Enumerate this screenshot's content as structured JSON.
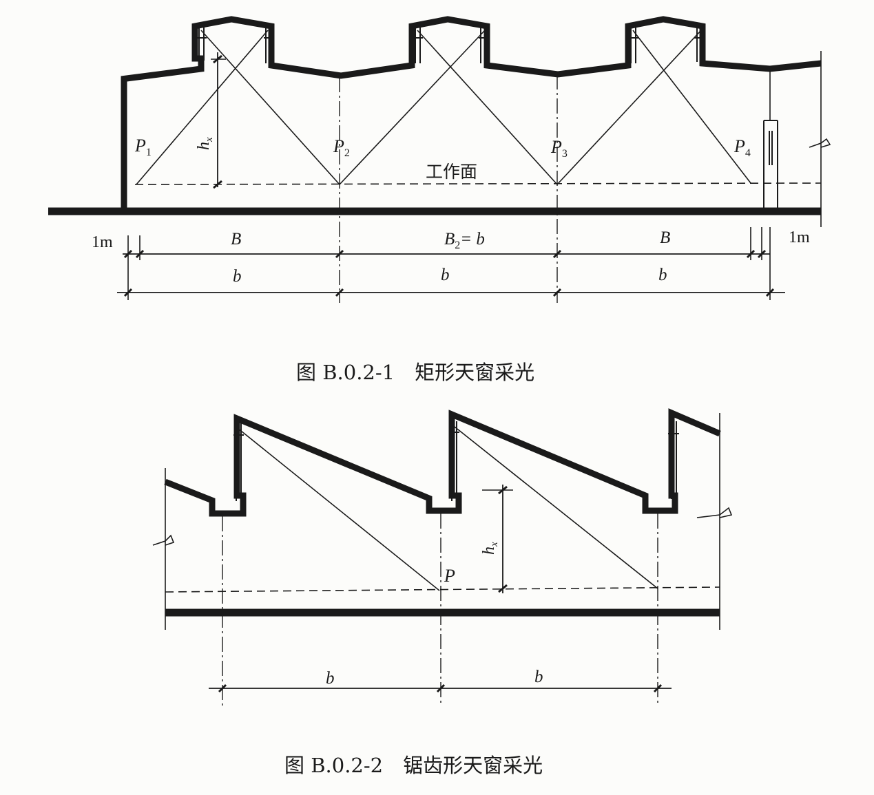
{
  "figure1": {
    "caption": "图 B.0.2-1　矩形天窗采光",
    "points": [
      "P",
      "P",
      "P",
      "P"
    ],
    "point_subs": [
      "1",
      "2",
      "3",
      "4"
    ],
    "height_label": "h",
    "height_sub": "x",
    "work_plane": "工作面",
    "dim_1m_left": "1m",
    "dim_1m_right": "1m",
    "dim_top": [
      "B",
      "B",
      "= b",
      "B"
    ],
    "dim_top_sub": [
      "",
      "2",
      "",
      ""
    ],
    "dim_bottom": [
      "b",
      "b",
      "b"
    ]
  },
  "figure2": {
    "caption": "图 B.0.2-2　锯齿形天窗采光",
    "point": "P",
    "height_label": "h",
    "height_sub": "x",
    "dim_bottom": [
      "b",
      "b"
    ]
  }
}
